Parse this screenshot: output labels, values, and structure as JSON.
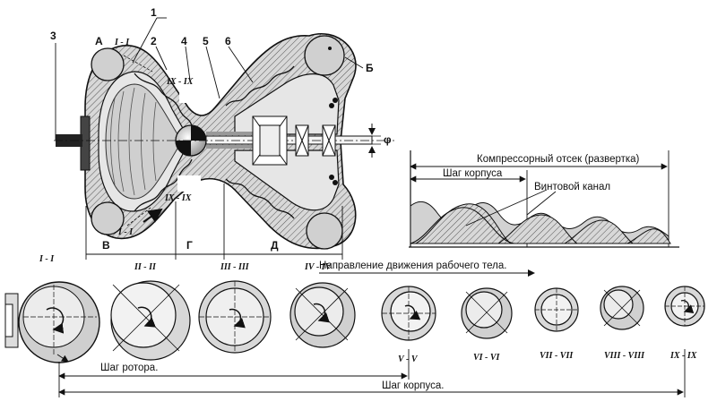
{
  "callouts": {
    "n1": "1",
    "n2": "2",
    "n3": "3",
    "n4": "4",
    "n5": "5",
    "n6": "6",
    "a": "А",
    "b": "Б",
    "v": "В",
    "g": "Г",
    "d": "Д",
    "phi": "φ"
  },
  "section_marks": {
    "i_top": "I - I",
    "i_bottom": "I - I",
    "ix_top": "IX - IX",
    "ix_bottom": "IX - IX"
  },
  "chart": {
    "title": "Компрессорный отсек (развертка)",
    "housing_pitch": "Шаг корпуса",
    "screw_channel": "Винтовой канал"
  },
  "sections": {
    "direction": "Направление движения рабочего тела.",
    "labels": [
      "I - I",
      "II - II",
      "III - III",
      "IV - IV",
      "V - V",
      "VI - VI",
      "VII - VII",
      "VIII - VIII",
      "IX - IX"
    ],
    "rotor_pitch": "Шаг ротора.",
    "housing_pitch": "Шаг корпуса."
  },
  "colors": {
    "ink": "#111111",
    "hatch": "#8a8a8a",
    "shade": "#c8c8c8",
    "paper": "#ffffff"
  }
}
